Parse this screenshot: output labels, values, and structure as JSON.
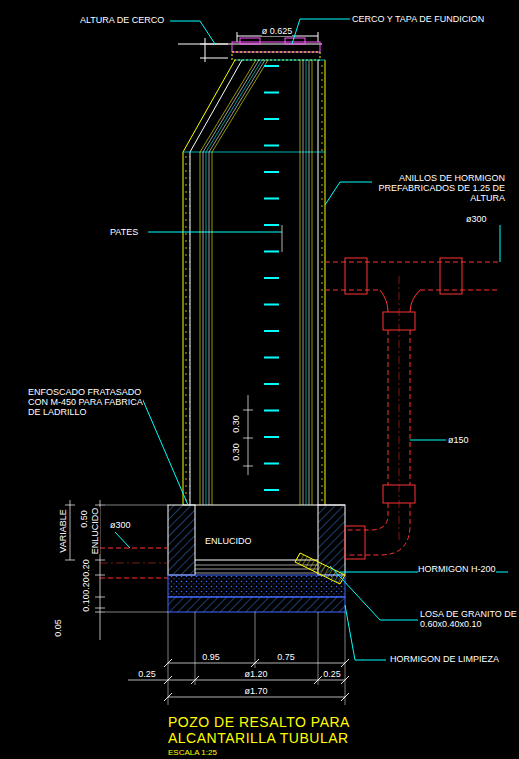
{
  "diagram": {
    "title": "POZO DE RESALTO PARA ALCANTARILLA TUBULAR",
    "caption": "ESCALA 1:25",
    "labels": [
      "ø 0.625",
      "ALTURA DE CERCO",
      "CERCO Y TAPA DE FUNDICION",
      "ANILLOS DE HORMIGON PREFABRICADOS DE 1.25 DE ALTURA",
      "ø300",
      "PATES",
      "ENFOSCADO FRATASADO CON M-450 PARA FABRICA DE LADRILLO",
      "0.30",
      "0.30",
      "ø150",
      "VARIABLE",
      "0.50",
      "ENLUCIDO",
      "ø300",
      "ENLUCIDO",
      "0.20",
      "0.20",
      "0.10",
      "0.05",
      "HORMIGON H-200",
      "LOSA DE GRANITO DE 0.60x0.40x0.10",
      "HORMIGON DE LIMPIEZA",
      "0.95",
      "0.75",
      "0.25",
      "ø1.20",
      "0.25",
      "ø1.70"
    ]
  }
}
